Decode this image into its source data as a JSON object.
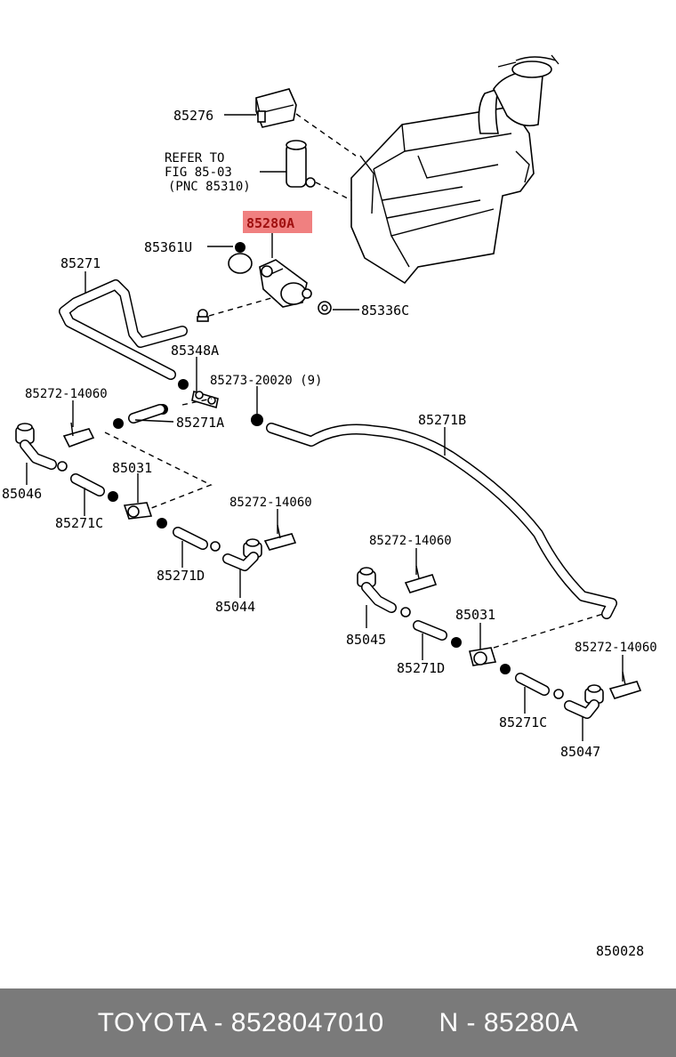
{
  "diagram": {
    "labels": {
      "p85276": "85276",
      "refer1": "REFER TO",
      "refer2": "FIG 85-03",
      "refer3": "(PNC 85310)",
      "p85280A": "85280A",
      "p85361U": "85361U",
      "p85271": "85271",
      "p85336C": "85336C",
      "p85348A": "85348A",
      "p85273": "85273-20020 (9)",
      "p85272_a": "85272-14060",
      "p85271A": "85271A",
      "p85271B": "85271B",
      "p85031_a": "85031",
      "p85046": "85046",
      "p85271C_a": "85271C",
      "p85272_b": "85272-14060",
      "p85271D_a": "85271D",
      "p85044": "85044",
      "p85272_c": "85272-14060",
      "p85031_b": "85031",
      "p85045": "85045",
      "p85271D_b": "85271D",
      "p85272_d": "85272-14060",
      "p85271C_b": "85271C",
      "p85047": "85047",
      "fig_no": "850028"
    },
    "highlight_color": "#f08080"
  },
  "footer": {
    "text": "TOYOTA - 8528047010       N - 85280A",
    "background": "#7a7a7a"
  }
}
